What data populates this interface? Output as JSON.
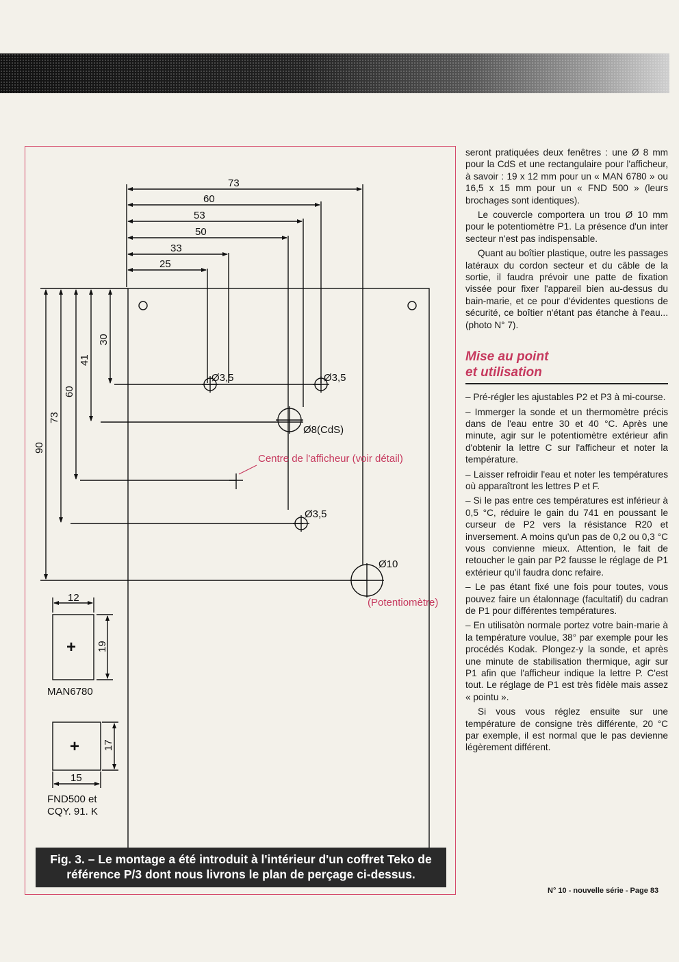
{
  "figure": {
    "dims_horizontal": [
      "73",
      "60",
      "53",
      "50",
      "33",
      "25"
    ],
    "dims_vertical": [
      "90",
      "73",
      "60",
      "41",
      "30"
    ],
    "labels": {
      "hole_a": "Ø3,5",
      "hole_b": "Ø3,5",
      "hole_c": "Ø3,5",
      "cds": "Ø8(CdS)",
      "centre": "Centre de l'afficheur (voir détail)",
      "pot_hole": "Ø10",
      "pot": "(Potentiomètre)",
      "man_w": "12",
      "man_h": "19",
      "man_name": "MAN6780",
      "fnd_h": "17",
      "fnd_w": "15",
      "fnd_name1": "FND500 et",
      "fnd_name2": "CQY. 91. K",
      "plus": "+"
    },
    "colors": {
      "border": "#d54a6b",
      "accent_text": "#c6395e"
    }
  },
  "caption": {
    "line1": "Fig. 3. – Le montage a été introduit à l'intérieur d'un coffret Teko de",
    "line2": "référence P/3 dont nous livrons le plan de perçage ci-dessus."
  },
  "text": {
    "p1": "seront pratiquées deux fenêtres : une Ø 8 mm pour la CdS et une rectangulaire pour l'afficheur, à savoir : 19 x 12 mm pour un « MAN 6780 » ou 16,5 x 15 mm pour un « FND 500 » (leurs brochages sont identiques).",
    "p2": "Le couvercle comportera un trou Ø 10 mm pour le potentiomètre P1. La présence d'un inter secteur n'est pas indispensable.",
    "p3": "Quant au boîtier plastique, outre les passages latéraux du cordon secteur et du câble de la sortie, il faudra prévoir une patte de fixation vissée pour fixer l'appareil bien au-dessus du bain-marie, et ce pour d'évidentes questions de sécurité, ce boîtier n'étant pas étanche à l'eau... (photo N° 7).",
    "heading1": "Mise au point",
    "heading2": "et utilisation",
    "l1": "– Pré-régler les ajustables P2 et P3 à mi-course.",
    "l2": "– Immerger la sonde et un thermomètre précis dans de l'eau entre 30 et 40 °C. Après une minute, agir sur le potentiomètre extérieur afin d'obtenir la lettre C sur l'afficheur et noter la température.",
    "l3": "– Laisser refroidir l'eau et noter les températures où apparaîtront les lettres P et F.",
    "l4": "– Si le pas entre ces températures est inférieur à 0,5 °C, réduire le gain du 741 en poussant le curseur de P2 vers la résistance R20 et inversement. A moins qu'un pas de 0,2 ou 0,3 °C vous convienne mieux. Attention, le fait de retoucher le gain par P2 fausse le réglage de P1 extérieur qu'il faudra donc refaire.",
    "l5": "– Le pas étant fixé une fois pour toutes, vous pouvez faire un étalonnage (facultatif) du cadran de P1 pour différentes températures.",
    "l6": "– En utilisatòn normale portez votre bain-marie à la température voulue, 38° par exemple pour les procédés Kodak. Plongez-y la sonde, et après une minute de stabilisation thermique, agir sur P1 afin que l'afficheur indique la lettre P. C'est tout. Le réglage de P1 est très fidèle mais assez « pointu ».",
    "p4": "Si vous vous réglez ensuite sur une température de consigne très différente, 20 °C par exemple, il est normal que le pas devienne légèrement différent."
  },
  "footer": "N° 10 - nouvelle série - Page 83"
}
